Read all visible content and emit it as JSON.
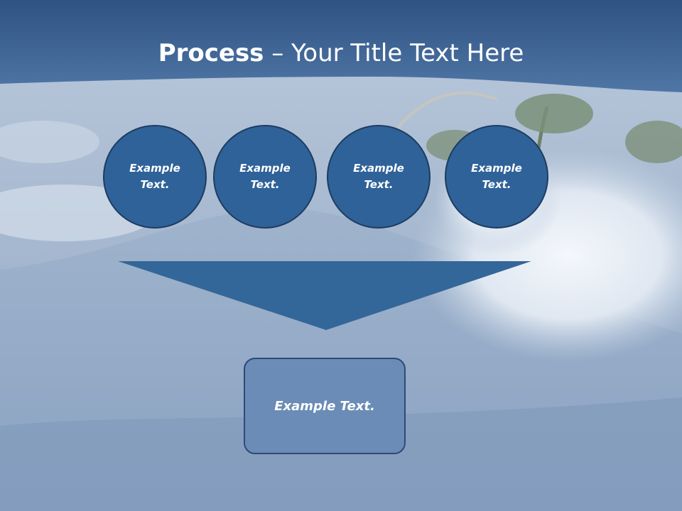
{
  "slide": {
    "title_bold": "Process",
    "title_rest": " – Your Title Text Here"
  },
  "steps": [
    {
      "line1": "Example",
      "line2": "Text."
    },
    {
      "line1": "Example",
      "line2": "Text."
    },
    {
      "line1": "Example",
      "line2": "Text."
    },
    {
      "line1": "Example",
      "line2": "Text."
    }
  ],
  "result": {
    "label": "Example Text."
  },
  "colors": {
    "header": "#3f6593",
    "circle_fill": "#2f6299",
    "circle_border": "#1d3c62",
    "arrow": "#336699",
    "box_fill": "#6a8cb6",
    "box_border": "#2b4b76"
  }
}
